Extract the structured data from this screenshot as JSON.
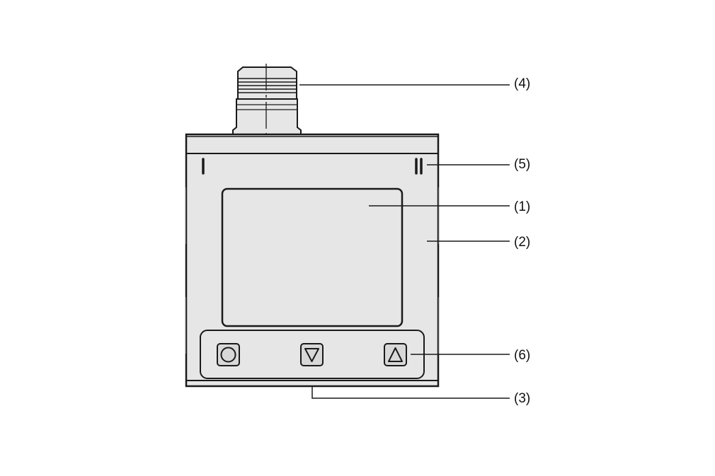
{
  "figure": {
    "stroke_color": "#1a1a1a",
    "body_fill": "#e6e6e6",
    "button_fill": "#d8d8d8"
  },
  "callouts": [
    {
      "id": "4",
      "label": "(4)"
    },
    {
      "id": "5",
      "label": "(5)"
    },
    {
      "id": "1",
      "label": "(1)"
    },
    {
      "id": "2",
      "label": "(2)"
    },
    {
      "id": "6",
      "label": "(6)"
    },
    {
      "id": "3",
      "label": "(3)"
    }
  ],
  "buttons": [
    {
      "name": "mode-button",
      "icon": "circle-icon"
    },
    {
      "name": "down-button",
      "icon": "triangle-down-icon"
    },
    {
      "name": "up-button",
      "icon": "triangle-up-icon"
    }
  ]
}
